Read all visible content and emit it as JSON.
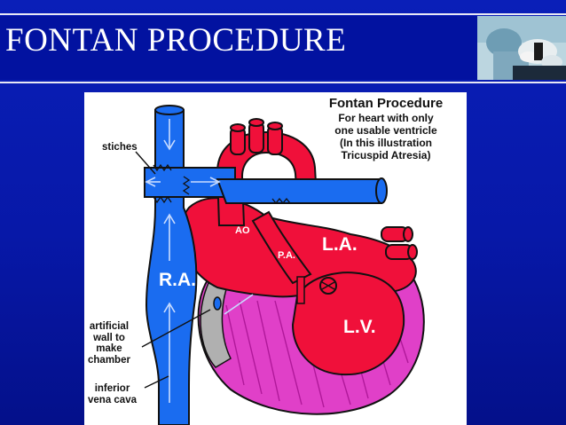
{
  "slide": {
    "title": "FONTAN PROCEDURE"
  },
  "diagram": {
    "heading": "Fontan Procedure",
    "caption_lines": [
      "For heart with only",
      "one usable ventricle",
      "(In this illustration",
      "Tricuspid Atresia)"
    ],
    "labels": {
      "stiches": "stiches",
      "ao": "AO",
      "pa": "P.A.",
      "la": "L.A.",
      "ra": "R.A.",
      "lv": "L.V.",
      "wall": [
        "artificial",
        "wall to",
        "make",
        "chamber"
      ],
      "ivc": [
        "inferior",
        "vena cava"
      ]
    },
    "colors": {
      "vein_blue": "#1a6cf0",
      "artery_red": "#f0103a",
      "ventricle_pink": "#e040c8"
    }
  }
}
